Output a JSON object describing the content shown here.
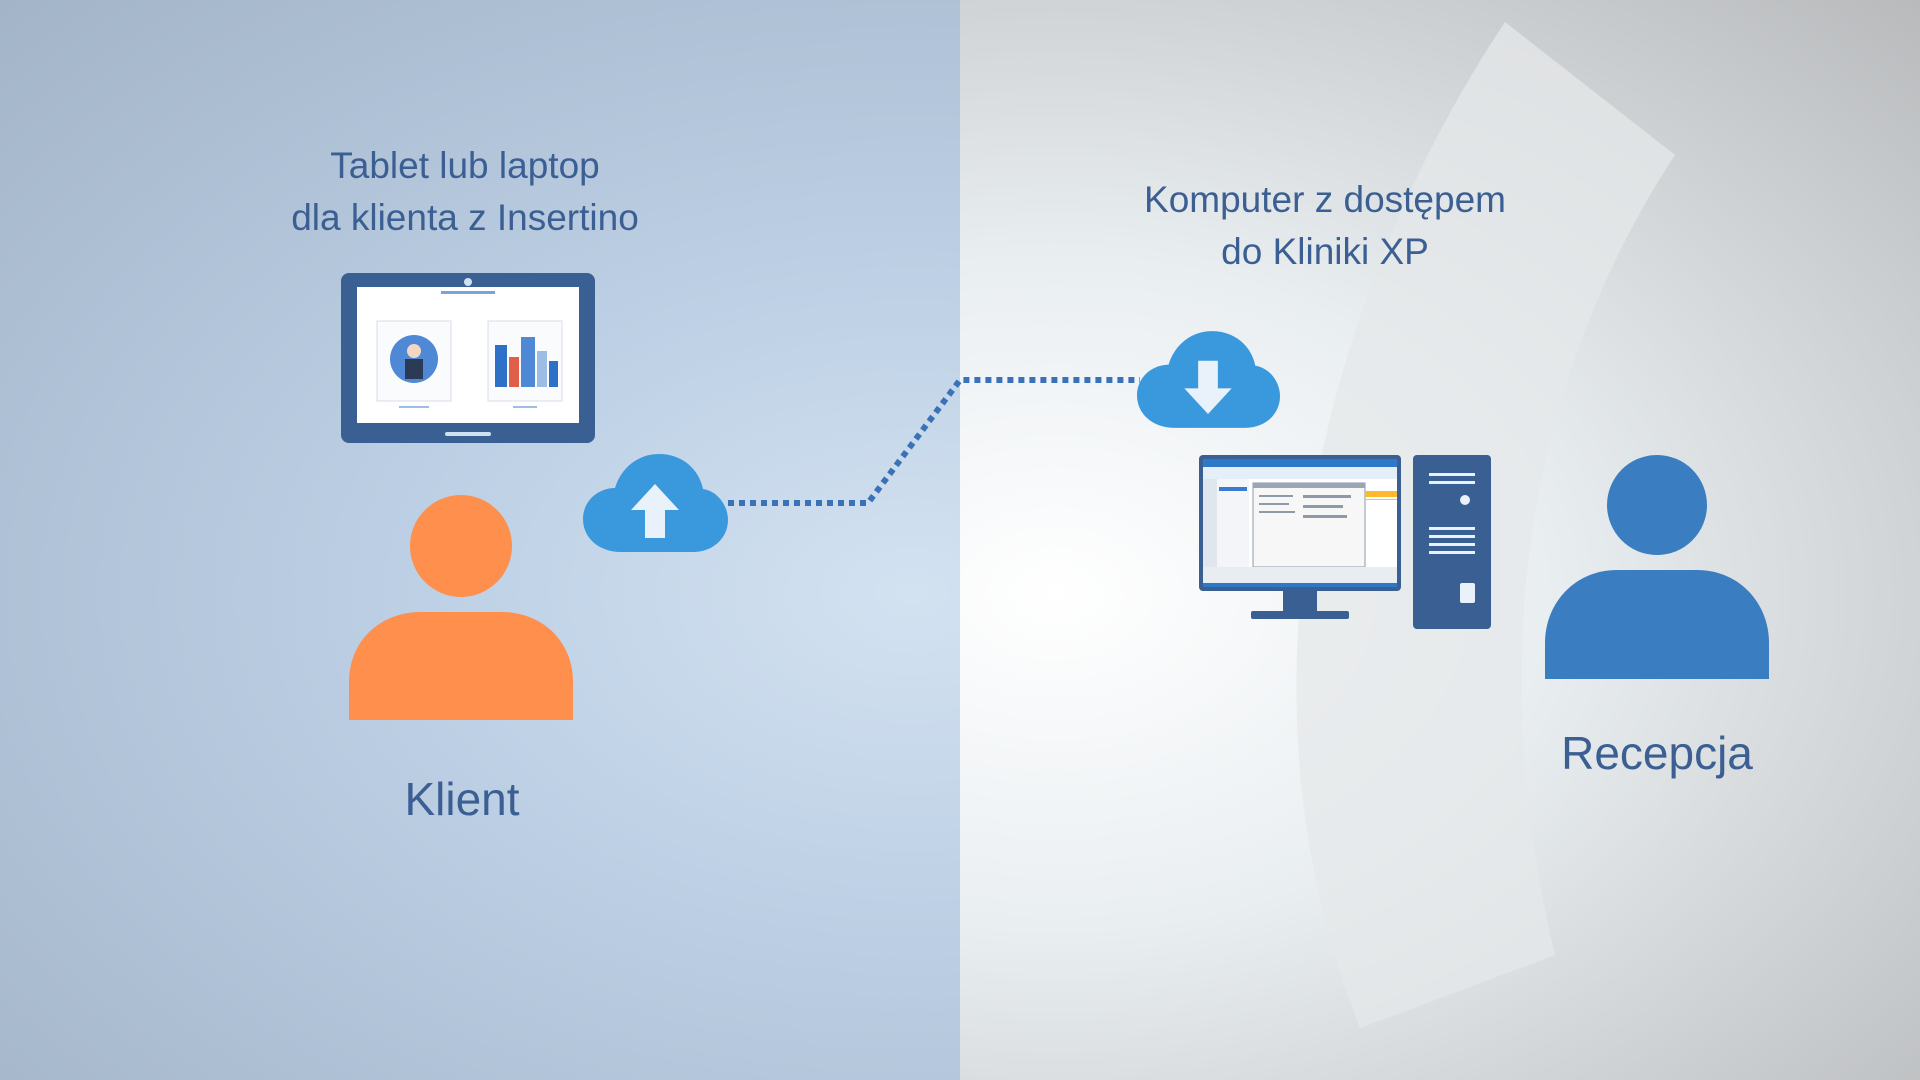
{
  "client_device_caption": {
    "line1": "Tablet lub laptop",
    "line2": "dla klienta z Insertino"
  },
  "reception_device_caption": {
    "line1": "Komputer z dostępem",
    "line2": "do Kliniki XP"
  },
  "client_label": "Klient",
  "reception_label": "Recepcja",
  "colors": {
    "text": "#3b5f92",
    "client_person": "#ff8f4c",
    "reception_person": "#3b7dc1",
    "cloud": "#3a98dc",
    "device": "#3a5f93",
    "connector": "#3a72b8"
  },
  "icons": [
    "tablet-icon",
    "upload-cloud-icon",
    "download-cloud-icon",
    "monitor-icon",
    "pc-tower-icon",
    "client-person-icon",
    "reception-person-icon"
  ]
}
